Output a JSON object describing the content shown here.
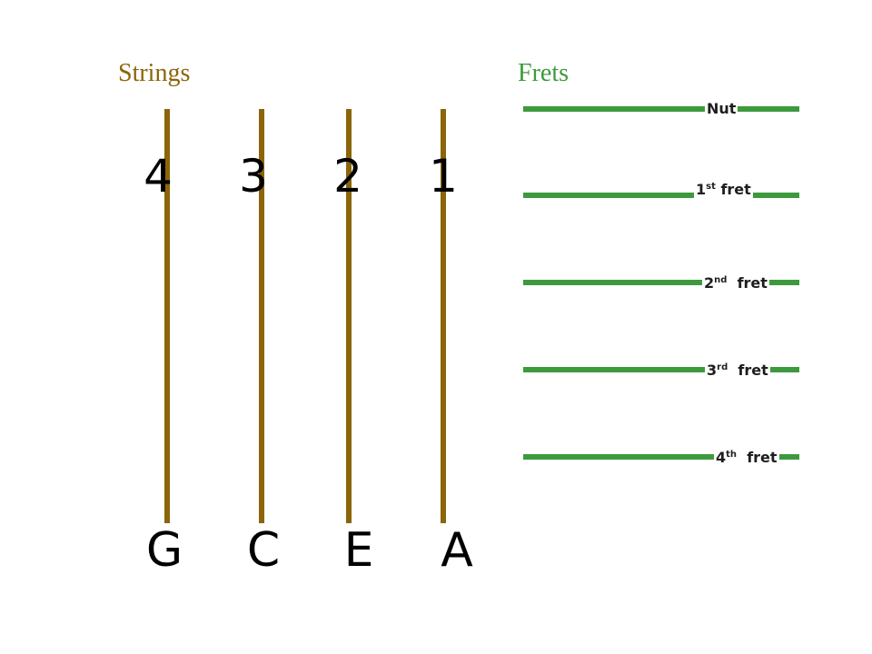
{
  "headings": {
    "strings": "Strings",
    "frets": "Frets"
  },
  "colors": {
    "string": "#8b6508",
    "fret": "#3c9a3c",
    "strings_heading": "#8b6508",
    "frets_heading": "#3c9a3c"
  },
  "strings": [
    {
      "number": "4",
      "note": "G"
    },
    {
      "number": "3",
      "note": "C"
    },
    {
      "number": "2",
      "note": "E"
    },
    {
      "number": "1",
      "note": "A"
    }
  ],
  "frets": [
    {
      "number": "",
      "suffix": "",
      "label": "Nut"
    },
    {
      "number": "1",
      "suffix": "st",
      "label": "fret"
    },
    {
      "number": "2",
      "suffix": "nd",
      "label": "fret"
    },
    {
      "number": "3",
      "suffix": "rd",
      "label": "fret"
    },
    {
      "number": "4",
      "suffix": "th",
      "label": "fret"
    }
  ]
}
